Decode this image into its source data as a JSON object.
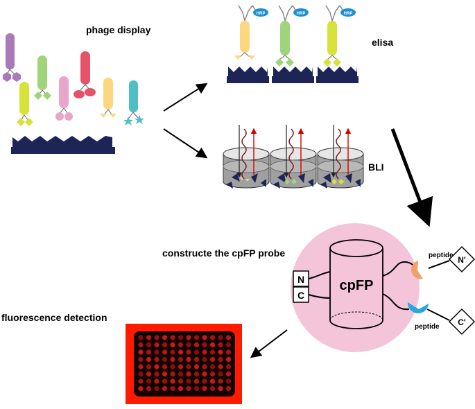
{
  "labels": {
    "phage_display": "phage display",
    "elisa": "elisa",
    "bli": "BLI",
    "construct": "constructe the cpFP probe",
    "fluorescence": "fluorescence detection",
    "cpfp": "cpFP",
    "peptide_top": "peptide",
    "peptide_bottom": "peptide",
    "n_box": "N",
    "c_box": "C",
    "n_prime": "N'",
    "c_prime": "C'",
    "hrp": "HRP"
  },
  "colors": {
    "substrate": "#1d2557",
    "pink_bg": "#f4c4d8",
    "plate_red": "#ff1a00",
    "peptide_orange": "#f2a06a",
    "peptide_blue": "#2aa7e0",
    "hrp_blue": "#1a8fd6",
    "phage_purple": "#a87ab8",
    "phage_green": "#9fd47a",
    "phage_lime": "#d7e23a",
    "phage_pink": "#e8a6cc",
    "phage_red": "#e5526a",
    "phage_yellow": "#fbd880",
    "phage_teal": "#4fbfc4"
  }
}
